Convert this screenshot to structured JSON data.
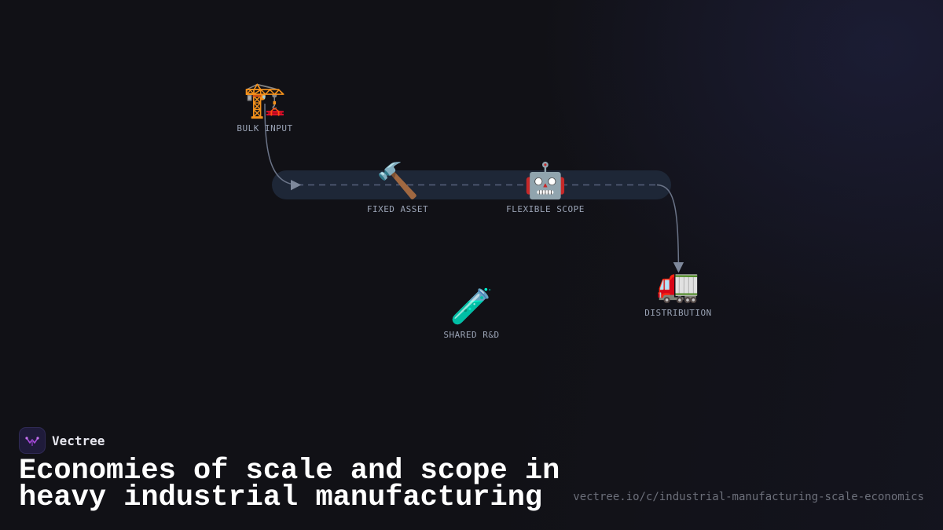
{
  "diagram": {
    "nodes": [
      {
        "id": "bulk-input",
        "emoji": "🏗️",
        "label": "BULK INPUT"
      },
      {
        "id": "fixed-asset",
        "emoji": "🔨",
        "label": "FIXED ASSET"
      },
      {
        "id": "flexible-scope",
        "emoji": "🤖",
        "label": "FLEXIBLE SCOPE"
      },
      {
        "id": "distribution",
        "emoji": "🚛",
        "label": "DISTRIBUTION"
      },
      {
        "id": "shared-rnd",
        "emoji": "🧪",
        "label": "SHARED R&D"
      }
    ],
    "edges": [
      {
        "from": "bulk-input",
        "to": "fixed-asset"
      },
      {
        "from": "flexible-scope",
        "to": "distribution"
      }
    ]
  },
  "brand": {
    "name": "Vectree",
    "logo_color": "#a64ad8"
  },
  "title": "Economies of scale and scope in heavy industrial manufacturing",
  "url": "vectree.io/c/industrial-manufacturing-scale-economics",
  "colors": {
    "background": "#111116",
    "edge": "#6b7488",
    "track": "#1e2737",
    "label": "#9aa3b5"
  }
}
